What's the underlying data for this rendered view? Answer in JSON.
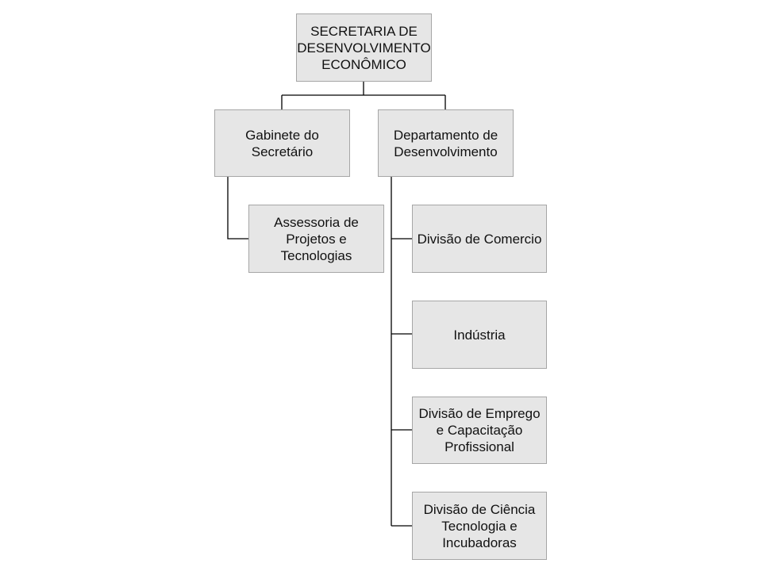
{
  "root": {
    "label": "SECRETARIA DE DESENVOLVIMENTO ECONÔMICO"
  },
  "level1": [
    {
      "label": "Gabinete do Secretário"
    },
    {
      "label": "Departamento de Desenvolvimento"
    }
  ],
  "gabinete_children": [
    {
      "label": "Assessoria de Projetos e Tecnologias"
    }
  ],
  "departamento_children": [
    {
      "label": "Divisão de Comercio"
    },
    {
      "label": "Indústria"
    },
    {
      "label": "Divisão de Emprego e Capacitação Profissional"
    },
    {
      "label": "Divisão de Ciência Tecnologia e Incubadoras"
    }
  ]
}
